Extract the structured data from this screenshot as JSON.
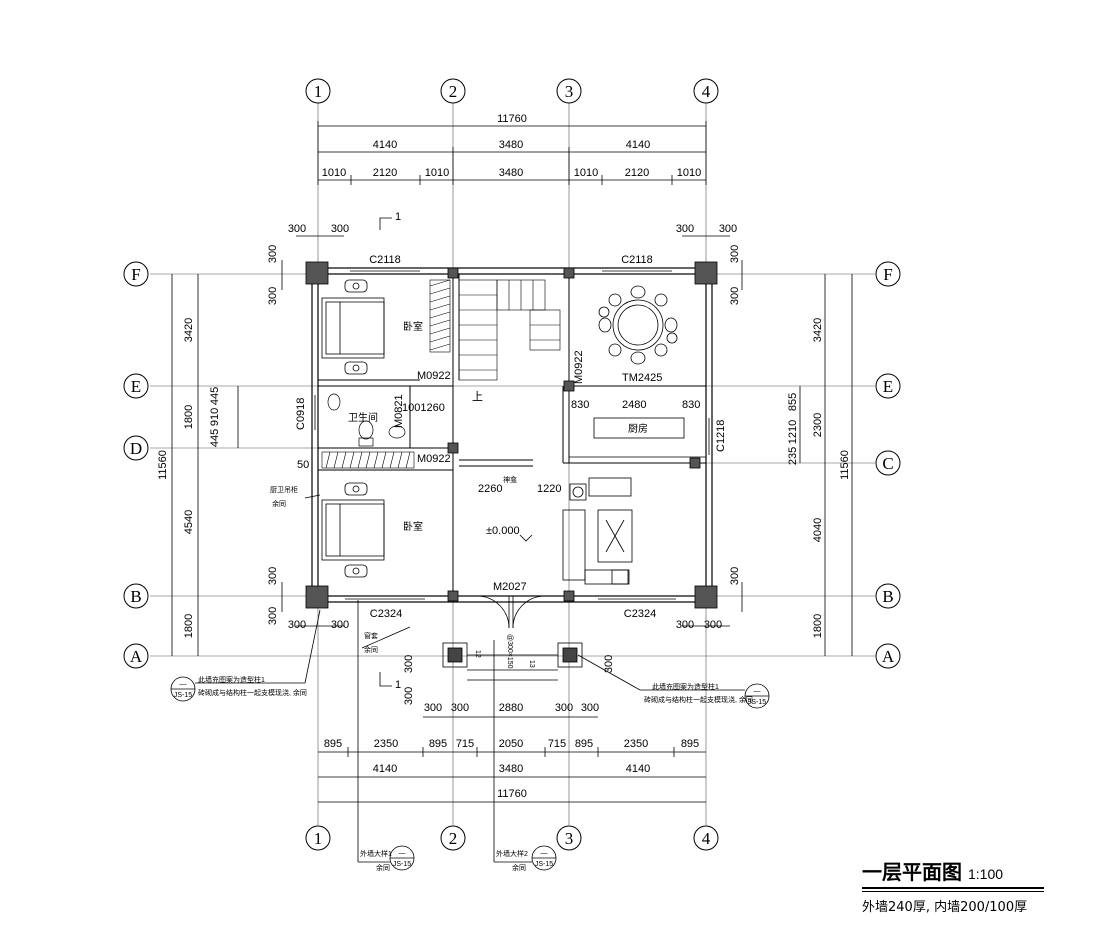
{
  "axes": {
    "vertical": [
      "1",
      "2",
      "3",
      "4"
    ],
    "horizontal": [
      "F",
      "E",
      "D",
      "C",
      "B",
      "A"
    ]
  },
  "dims_top": {
    "total": "11760",
    "bays": [
      "4140",
      "3480",
      "4140"
    ],
    "sub": [
      "1010",
      "2120",
      "1010",
      "3480",
      "1010",
      "2120",
      "1010"
    ],
    "pier_l": [
      "300",
      "300"
    ],
    "pier_r": [
      "300",
      "300"
    ]
  },
  "dims_bottom": {
    "sub": [
      "895",
      "2350",
      "895",
      "715",
      "2050",
      "715",
      "895",
      "2350",
      "895"
    ],
    "bays": [
      "4140",
      "3480",
      "4140"
    ],
    "total": "11760",
    "col": [
      "300",
      "300",
      "2880",
      "300",
      "300"
    ],
    "pier_l": [
      "300",
      "300"
    ],
    "pier_r": [
      "300",
      "300"
    ]
  },
  "dims_left": {
    "bays": [
      "3420",
      "1800",
      "4540",
      "1800"
    ],
    "total": "11560",
    "sub": [
      "445",
      "910",
      "445"
    ],
    "p1": "300",
    "p2": "300",
    "p3": "300",
    "p4": "300",
    "p5": "300",
    "p6": "300"
  },
  "dims_right": {
    "bays": [
      "3420",
      "2300",
      "4040",
      "1800"
    ],
    "total": "11560",
    "sub": [
      "855",
      "1210",
      "235"
    ],
    "p1": "300",
    "p2": "300",
    "p3": "300",
    "p4": "300"
  },
  "labels": {
    "c2118_l": "C2118",
    "c2118_r": "C2118",
    "c2324_l": "C2324",
    "c2324_r": "C2324",
    "bed1": "卧室",
    "bed2": "卧室",
    "bath": "卫生间",
    "kitchen": "厨房",
    "m0922_a": "M0922",
    "m0922_b": "M0922",
    "m0922_c": "M0922",
    "tm2425": "TM2425",
    "m2027": "M2027",
    "c0918": "C0918",
    "c1218": "C1218",
    "m0821": "M0821",
    "d1001260": "1001260",
    "d830a": "830",
    "d2480": "2480",
    "d830b": "830",
    "d2260": "2260",
    "d1220": "1220",
    "shrine": "神龛",
    "elev": "±0.000",
    "up": "上",
    "d50": "50",
    "step": "@300×150",
    "step2": "13",
    "step3": "12",
    "sect1": "1",
    "sect2": "1",
    "cab": "厨卫吊柜",
    "cab2": "余同",
    "note_l1": "此墙充图案为造型柱1",
    "note_l2": "砖砌成与结构柱一起支模现浇, 余同",
    "note_r1": "此墙充图案为造型柱1",
    "note_r2": "砖砌成与结构柱一起支模现浇, 余同",
    "wall1": "外墙大样1",
    "wall1b": "余同",
    "wall2": "外墙大样2",
    "wall2b": "余同",
    "wind": "窗套",
    "windb": "余同",
    "circ_top": "—",
    "circ_bot": "JS-15"
  },
  "title": {
    "main": "一层平面图",
    "scale": "1:100",
    "note": "外墙240厚, 内墙200/100厚"
  }
}
